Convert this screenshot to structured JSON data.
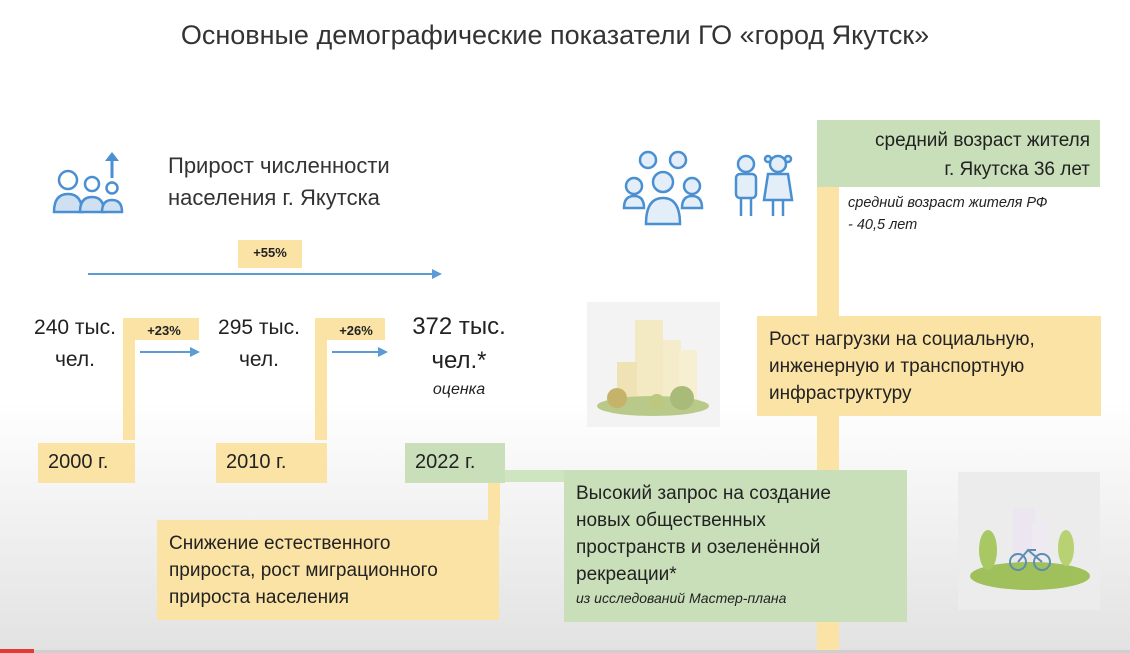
{
  "title": "Основные демографические показатели ГО «город Якутск»",
  "growth": {
    "heading_line1": "Прирост численности",
    "heading_line2": "населения г. Якутска",
    "total_pct": "+55%",
    "pct_2000_2010": "+23%",
    "pct_2010_2022": "+26%"
  },
  "points": [
    {
      "value": "240 тыс.",
      "unit": "чел.",
      "year": "2000 г."
    },
    {
      "value": "295 тыс.",
      "unit": "чел.",
      "year": "2010 г."
    },
    {
      "value": "372 тыс.",
      "unit": "чел.*",
      "note": "оценка",
      "year": "2022 г."
    }
  ],
  "age": {
    "line1": "средний возраст жителя",
    "line2": "г. Якутска 36 лет",
    "rf_line1": "средний возраст жителя РФ",
    "rf_line2": "- 40,5 лет"
  },
  "infra": {
    "line1": "Рост нагрузки на социальную,",
    "line2": "инженерную и транспортную",
    "line3": "инфраструктуру"
  },
  "natural": {
    "line1": "Снижение естественного",
    "line2": "прироста, рост миграционного",
    "line3": "прироста населения"
  },
  "public_space": {
    "line1": "Высокий запрос на создание",
    "line2": "новых общественных",
    "line3": "пространств и озеленённой",
    "line4": "рекреации*",
    "source": "из исследований Мастер-плана"
  },
  "colors": {
    "yellow": "#fbe3a6",
    "green": "#c9dfba",
    "icon_blue": "#4a8fd1",
    "arrow_blue": "#5b9bd5"
  }
}
